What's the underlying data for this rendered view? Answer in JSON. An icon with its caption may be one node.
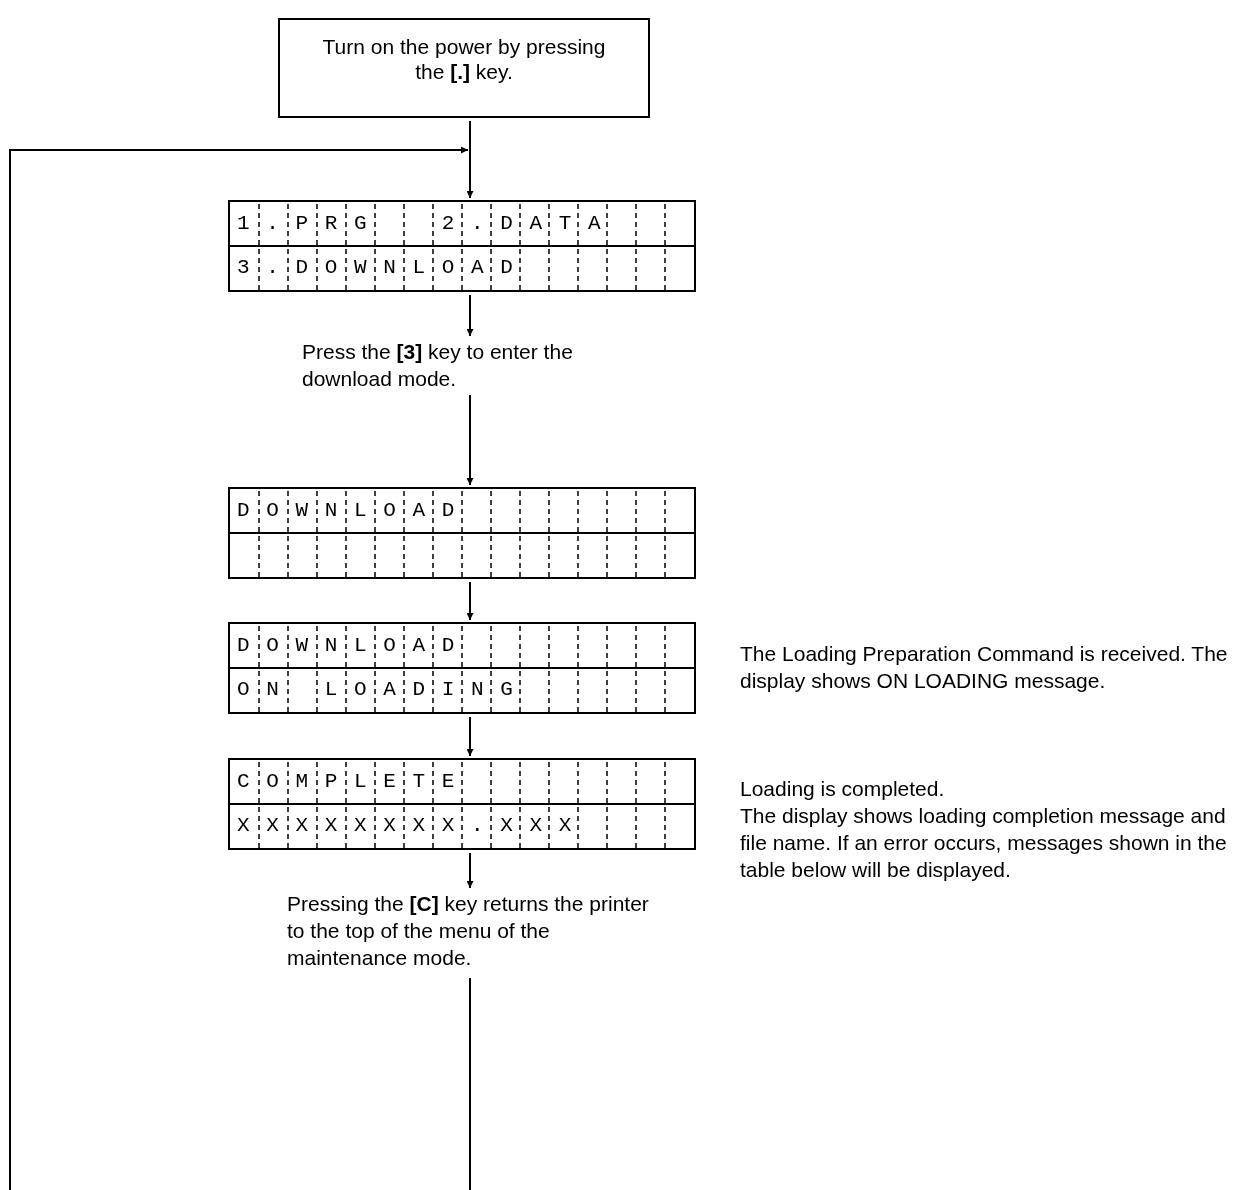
{
  "diagram": {
    "nodes": [
      {
        "text": [
          "Turn on the power by pressing the **[.]** key."
        ]
      },
      {
        "text": [
          "1.PRG  2.DATA",
          "3.DOWNLOAD"
        ]
      },
      {
        "text": [
          "Press the **[3]** key to enter the download mode."
        ]
      },
      {
        "text": [
          "DOWNLOAD"
        ]
      },
      {
        "text": [
          "DOWNLOAD",
          "ON LOADING"
        ],
        "beside": [
          "The Loading Preparation Command is received.  The display shows ON LOADING message."
        ]
      },
      {
        "text": [
          "COMPLETE",
          "XXXXXXXX.XXX"
        ],
        "beside": [
          "Loading is completed.",
          "The display shows loading completion message and file name.  If an error occurs, messages shown in the table below will be displayed."
        ]
      },
      {
        "text": [
          "Pressing the **[C]** key returns the printer to the top of the menu of the maintenance mode."
        ]
      }
    ],
    "edges": [
      {
        "from": 0,
        "to": 1,
        "arrow": "to"
      },
      {
        "from": null,
        "to": 1,
        "arrow": "to"
      },
      {
        "from": 1,
        "to": 2,
        "arrow": "to"
      },
      {
        "from": 2,
        "to": 3,
        "arrow": "to"
      },
      {
        "from": 3,
        "to": 4,
        "arrow": "to"
      },
      {
        "from": 4,
        "to": 5,
        "arrow": "to"
      },
      {
        "from": 5,
        "to": 6,
        "arrow": "to"
      },
      {
        "from": 6,
        "to": null,
        "arrow": "none"
      }
    ]
  }
}
